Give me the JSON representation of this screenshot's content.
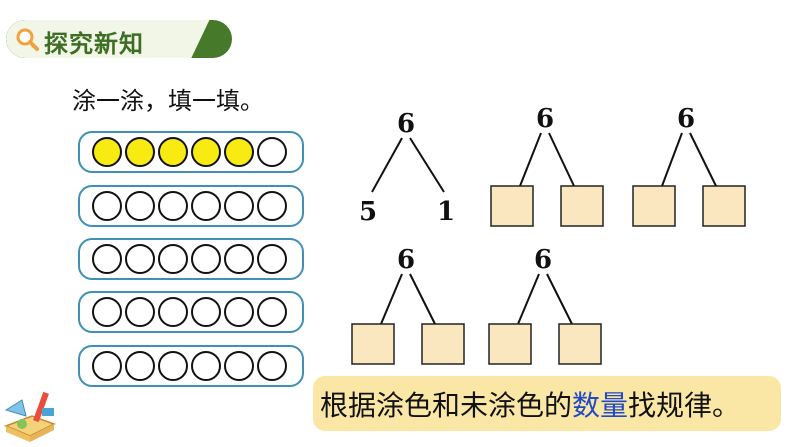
{
  "header": {
    "title": "探究新知",
    "icon": "search-icon"
  },
  "instruction": "涂一涂，填一填。",
  "rows": [
    {
      "filled": 5,
      "total": 6
    },
    {
      "filled": 0,
      "total": 6
    },
    {
      "filled": 0,
      "total": 6
    },
    {
      "filled": 0,
      "total": 6
    },
    {
      "filled": 0,
      "total": 6
    }
  ],
  "trees": [
    {
      "top": "6",
      "left": "5",
      "right": "1"
    },
    {
      "top": "6",
      "left": "",
      "right": ""
    },
    {
      "top": "6",
      "left": "",
      "right": ""
    },
    {
      "top": "6",
      "left": "",
      "right": ""
    },
    {
      "top": "6",
      "left": "",
      "right": ""
    }
  ],
  "callout": {
    "before": "根据涂色和未涂色的",
    "highlight": "数量",
    "after": "找规律。"
  },
  "colors": {
    "header_green": "#467a2a",
    "circle_fill": "#f7eb12",
    "row_border": "#3f8fb6",
    "box_fill": "#fbe7bf",
    "callout_bg": "#fbe7a5",
    "highlight": "#1e49c8"
  }
}
